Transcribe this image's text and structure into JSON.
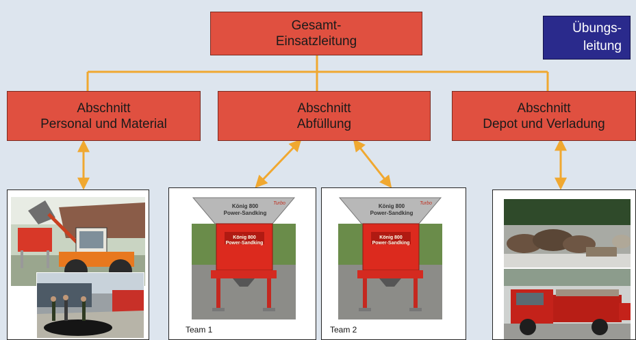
{
  "top_box": {
    "line1": "Gesamt-",
    "line2": "Einsatzleitung"
  },
  "exercise_box": {
    "line1": "Übungs-",
    "line2": "leitung"
  },
  "sections": [
    {
      "line1": "Abschnitt",
      "line2": "Personal und Material"
    },
    {
      "line1": "Abschnitt",
      "line2": "Abfüllung"
    },
    {
      "line1": "Abschnitt",
      "line2": "Depot und Verladung"
    }
  ],
  "teams": [
    "Team 1",
    "Team 2"
  ],
  "machine_text": {
    "brand": "König 800",
    "model": "Power-Sandking",
    "badge": "Turbo"
  },
  "colors": {
    "background": "#dde5ee",
    "box_red": "#e05040",
    "connector": "#f0a830",
    "exercise_blue": "#2a2a8c"
  }
}
